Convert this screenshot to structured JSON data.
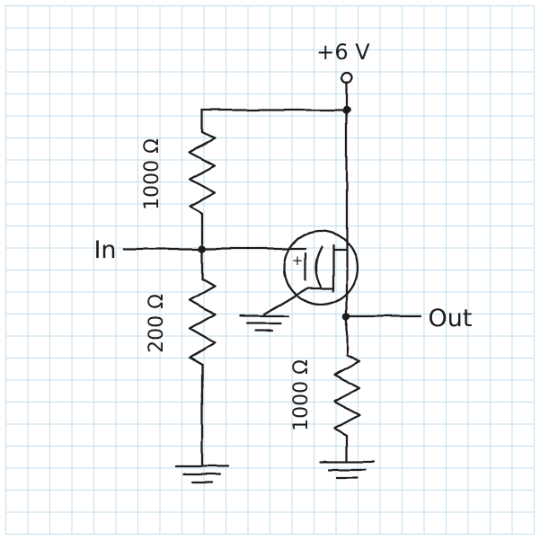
{
  "diagram": {
    "type": "circuit-schematic",
    "style": "hand-drawn schematic on blue graph paper",
    "labels": {
      "supply": "+6 V",
      "input": "In",
      "output": "Out",
      "r1_value": "1000 Ω",
      "r2_value": "200 Ω",
      "r3_value": "1000 Ω",
      "mosfet_plus": "+"
    },
    "components": [
      {
        "id": "supply-terminal",
        "type": "terminal",
        "label": "+6 V"
      },
      {
        "id": "R1",
        "type": "resistor",
        "value": "1000 Ω",
        "between": "supply rail and In node"
      },
      {
        "id": "R2",
        "type": "resistor",
        "value": "200 Ω",
        "between": "In node and ground"
      },
      {
        "id": "Q1",
        "type": "mosfet",
        "gate": "In",
        "drain": "supply rail",
        "source": "ground"
      },
      {
        "id": "R3",
        "type": "resistor",
        "value": "1000 Ω",
        "between": "Out node and ground"
      },
      {
        "id": "grounds",
        "type": "ground-symbol",
        "count": 3
      }
    ],
    "colors": {
      "ink": "#1d1d1f",
      "grid": "#c3deec",
      "paper": "#ffffff"
    }
  }
}
